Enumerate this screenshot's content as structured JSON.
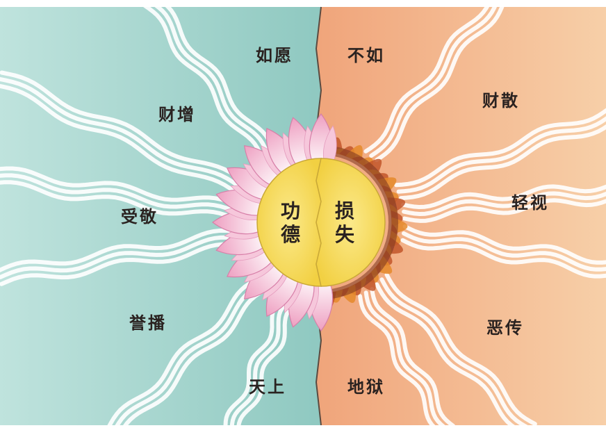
{
  "colors": {
    "merit_side": "#9fd0c9",
    "loss_side": "#f3b48c",
    "sun": "#f5dc5a",
    "petal": "#f2b4cd",
    "flame": "#e58a2a"
  },
  "center": {
    "left": [
      "功",
      "德"
    ],
    "right": [
      "损",
      "失"
    ]
  },
  "left_labels": [
    "如愿",
    "财增",
    "受敬",
    "誉播",
    "天上"
  ],
  "right_labels": [
    "不如",
    "财散",
    "轻视",
    "恶传",
    "地狱"
  ]
}
